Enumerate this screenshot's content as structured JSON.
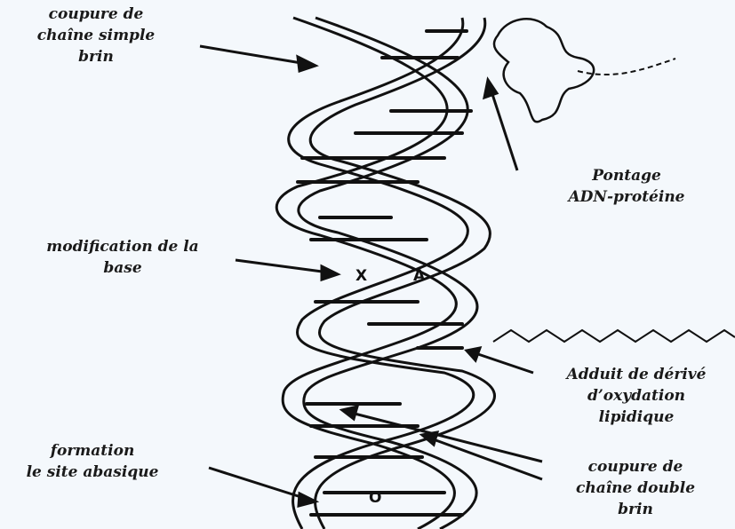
{
  "labels": {
    "single_strand_break": [
      "coupure de",
      "chaîne simple",
      "brin"
    ],
    "dna_protein_crosslink": [
      "Pontage",
      "ADN-protéine"
    ],
    "base_modification": [
      "modification de la",
      "base"
    ],
    "lipid_oxidation_adduct": [
      "Adduit de dérivé",
      "d’oxydation",
      "lipidique"
    ],
    "abasic_site": [
      "formation",
      "le site abasique"
    ],
    "double_strand_break": [
      "coupure de",
      "chaîne double",
      "brin"
    ]
  },
  "base_marks": {
    "modified_base": "X",
    "paired_base": "A",
    "abasic_mark": "O"
  }
}
